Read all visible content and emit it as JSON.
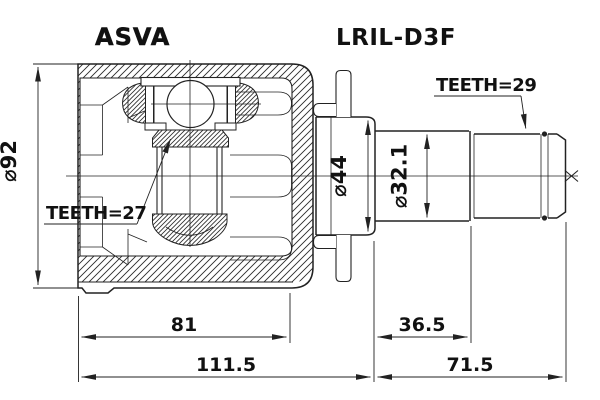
{
  "drawing": {
    "brand": "ASVA",
    "part_number": "LRIL-D3F",
    "labels": {
      "housing_diameter": "⌀92",
      "boot_seat_diameter": "⌀44",
      "shaft_diameter": "⌀32.1",
      "inner_spline_teeth": "TEETH=27",
      "outer_spline_teeth": "TEETH=29"
    },
    "dimensions": {
      "housing_depth": "81",
      "joint_length": "111.5",
      "shaft_section_length": "36.5",
      "stub_shaft_length": "71.5"
    },
    "colors": {
      "line": "#222222",
      "text": "#111111",
      "background": "#ffffff"
    }
  }
}
